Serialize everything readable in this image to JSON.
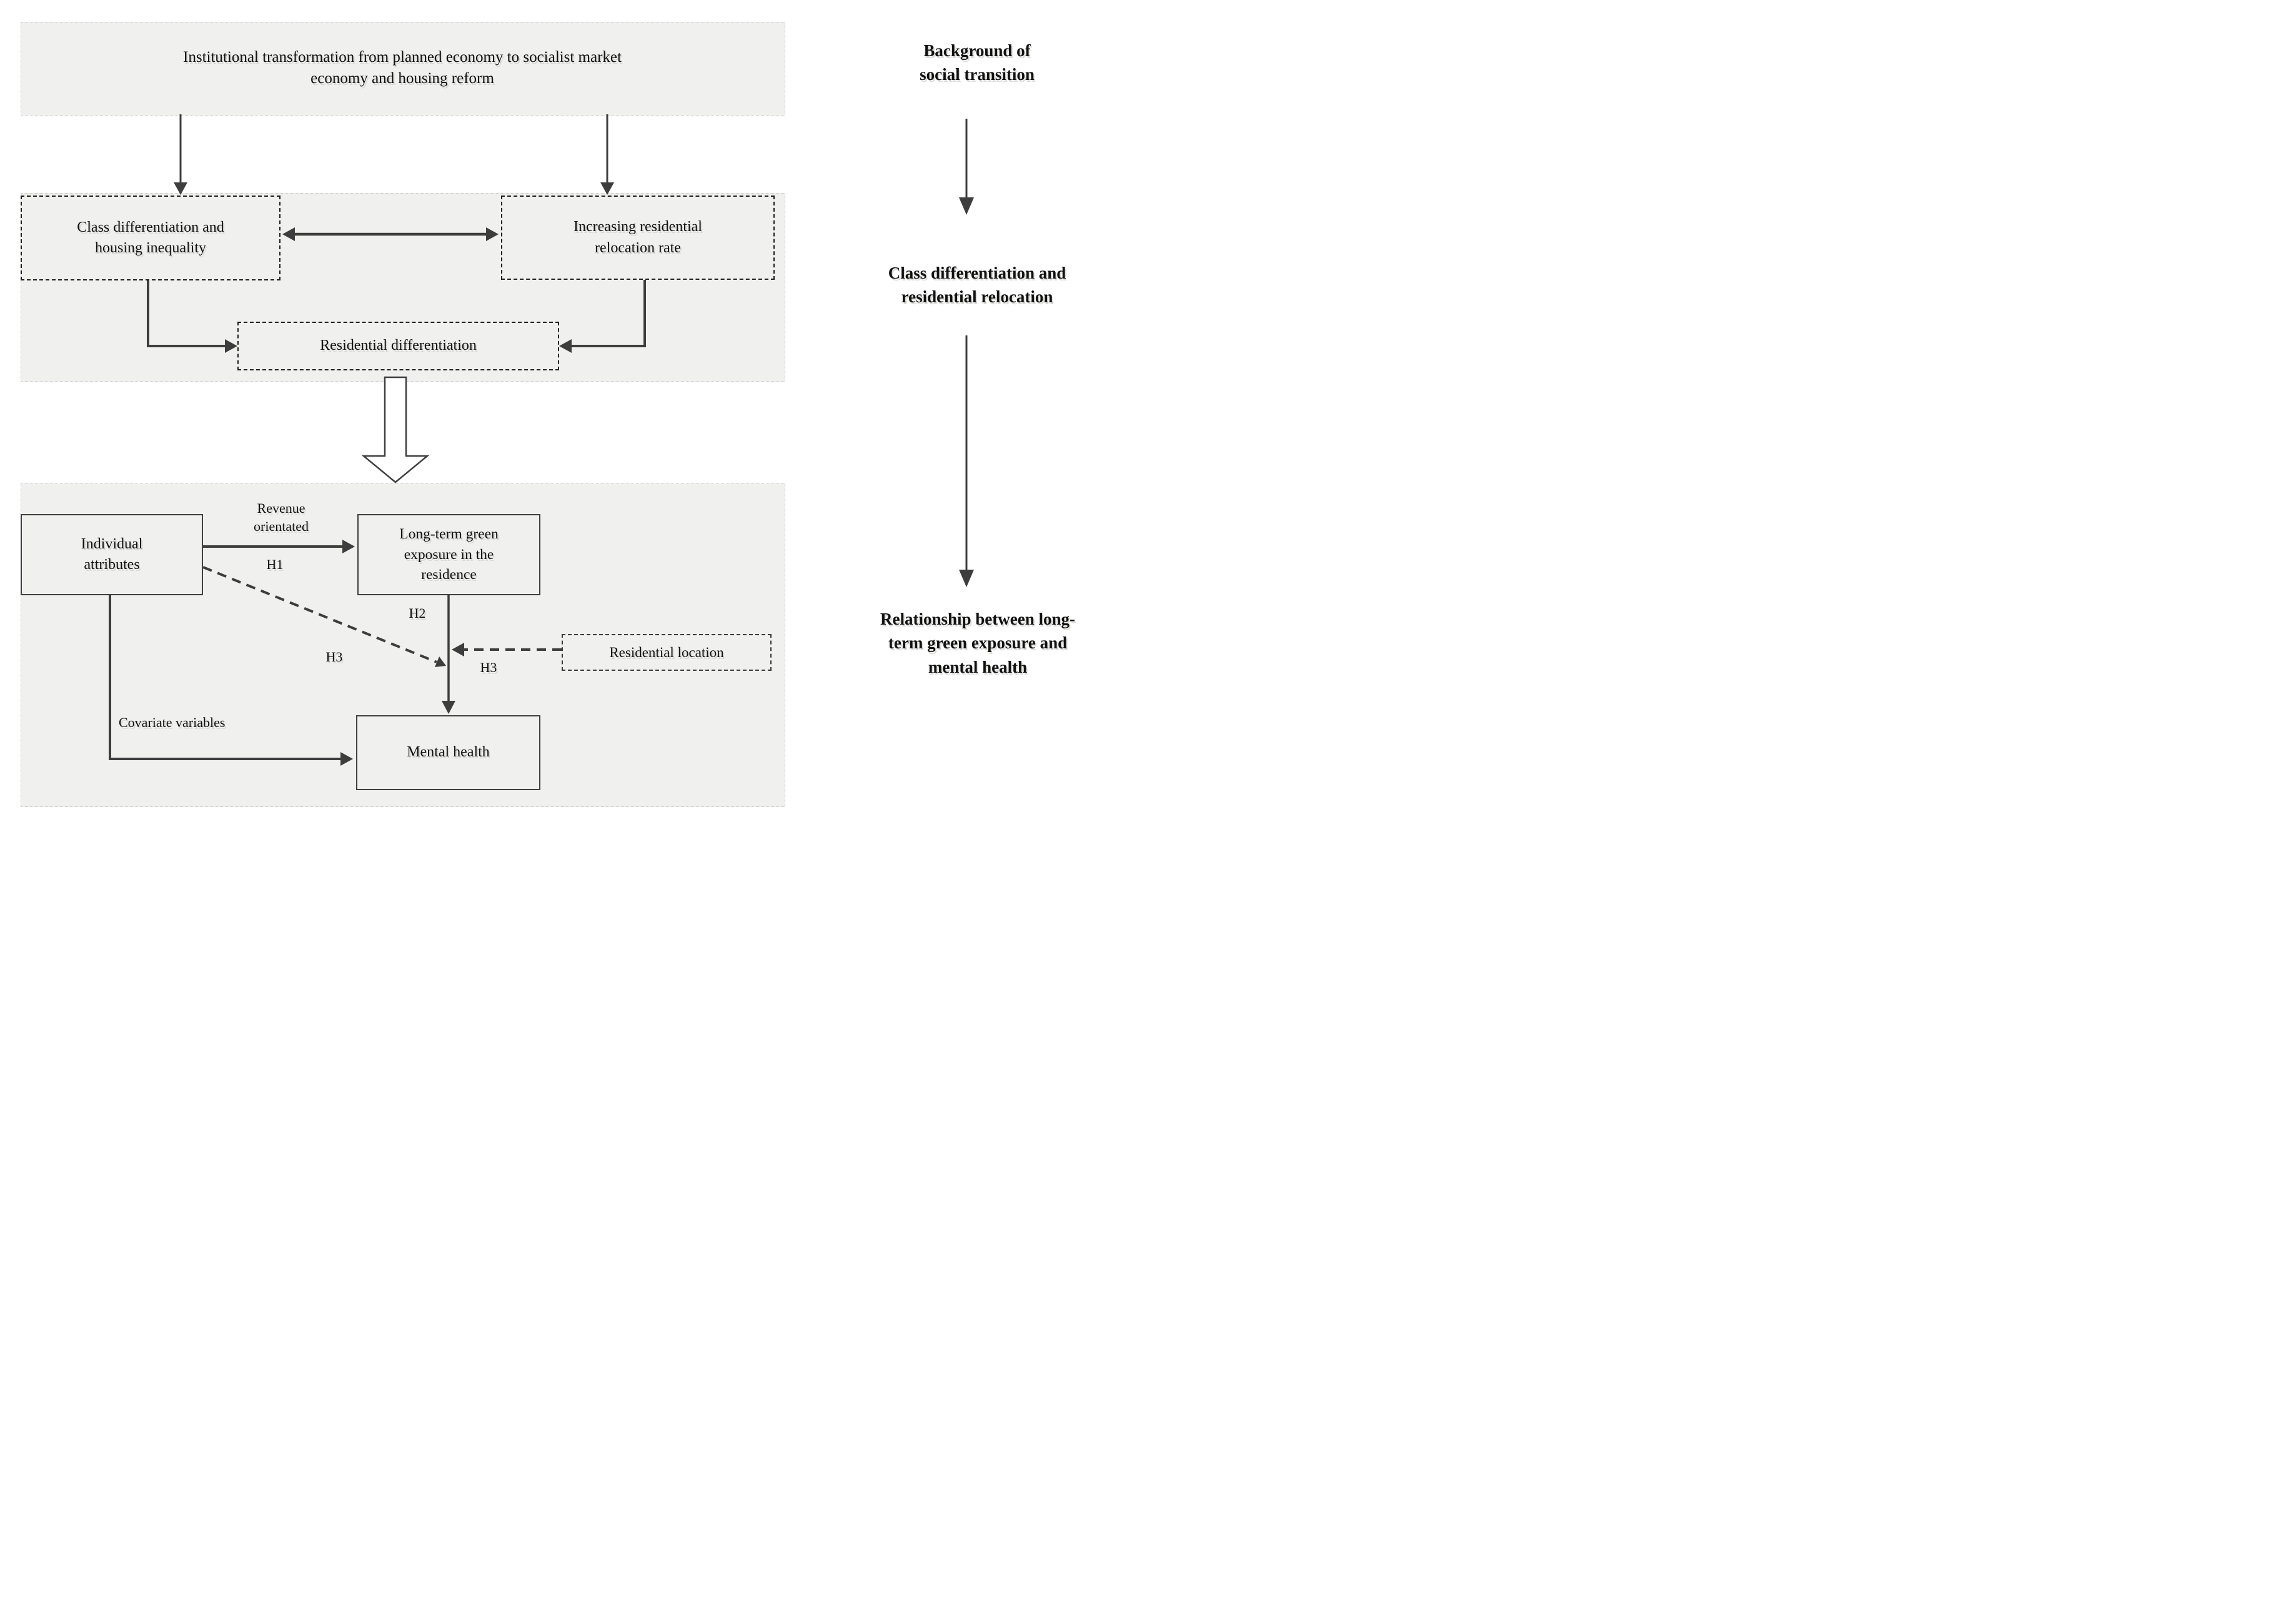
{
  "diagram": {
    "top_box": "Institutional transformation from planned economy to socialist market\neconomy and housing reform",
    "class_box": "Class differentiation and\nhousing inequality",
    "relocation_box": "Increasing residential\nrelocation rate",
    "residential_diff_box": "Residential differentiation",
    "individual_box": "Individual\nattributes",
    "green_box": "Long-term green\nexposure in the\nresidence",
    "mental_box": "Mental health",
    "location_box": "Residential location",
    "labels": {
      "revenue": "Revenue\norientated",
      "h1": "H1",
      "h2": "H2",
      "h3_diagonal": "H3",
      "h3_moderation": "H3",
      "covariate": "Covariate variables"
    }
  },
  "sidebar": {
    "item1": "Background of\nsocial transition",
    "item2": "Class differentiation and\nresidential relocation",
    "item3": "Relationship between long-\nterm green exposure and\nmental health"
  },
  "colors": {
    "panel_bg": "#f0f0ee",
    "panel_border": "#c6c6c4",
    "line": "#3d3d3d",
    "text": "#111111",
    "text_shadow": "#d6d6d4"
  }
}
